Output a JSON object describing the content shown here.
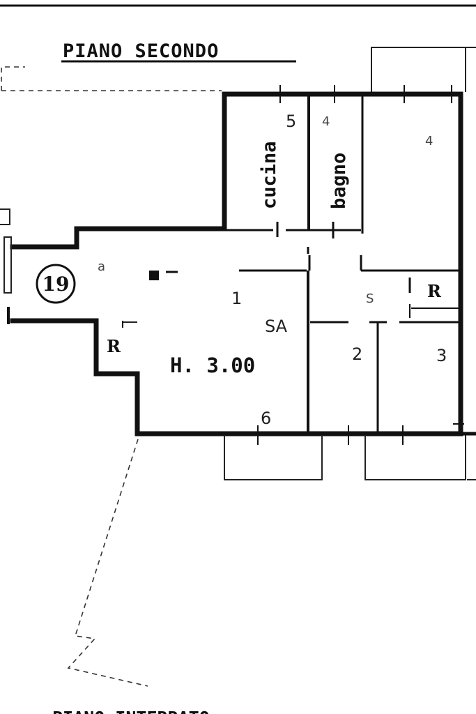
{
  "title": "PIANO SECONDO",
  "unit_number": "19",
  "height_label": "H. 3.00",
  "rooms": {
    "kitchen": "cucina",
    "bathroom": "bagno"
  },
  "storage_labels": [
    "R",
    "R"
  ],
  "handwritten": {
    "n5_kitchen": "5",
    "n4_bath": "4",
    "n4_room": "4",
    "a_entry": "a",
    "n1_living": "1",
    "sa_living": "SA",
    "s_hall": "S",
    "n2_room": "2",
    "n3_room": "3",
    "n6_living": "6"
  },
  "footer_text": "PIANO INTERRATO"
}
